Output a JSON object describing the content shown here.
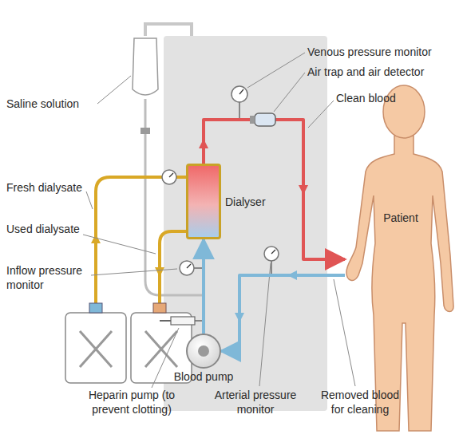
{
  "diagram": {
    "nodes": [
      {
        "text": [
          "Dialyser"
        ]
      },
      {
        "text": [
          "Patient"
        ]
      },
      {
        "text": [
          "Blood pump"
        ]
      }
    ],
    "edges": [
      {
        "from": 1,
        "to": 2,
        "arrow": "to"
      },
      {
        "from": 2,
        "to": 0,
        "arrow": "to"
      },
      {
        "from": 0,
        "to": 1,
        "arrow": "to"
      }
    ],
    "labels": [
      "Venous pressure monitor",
      "Air trap and air detector",
      "Clean blood",
      "Saline solution",
      "Fresh dialysate",
      "Used dialysate",
      "Inflow pressure monitor",
      "Heparin pump (to prevent clotting)",
      "Arterial pressure monitor",
      "Removed blood for cleaning"
    ]
  }
}
